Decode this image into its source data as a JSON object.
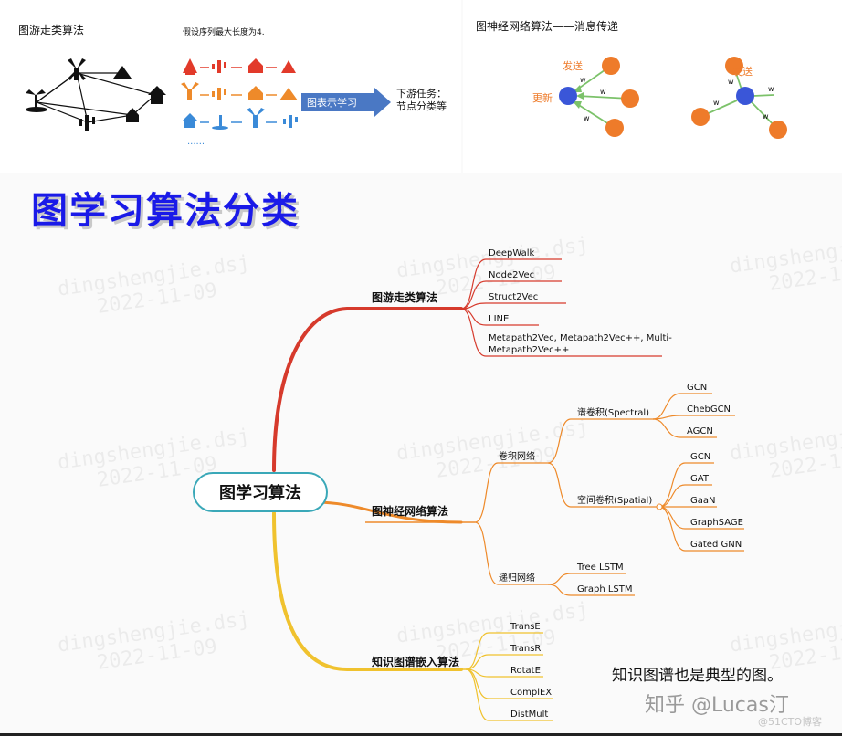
{
  "top_left": {
    "title": "图游走类算法",
    "note": "假设序列最大长度为4.",
    "arrow_label": "图表示学习",
    "task_line1": "下游任务：",
    "task_line2": "节点分类等",
    "dots": "......"
  },
  "top_right": {
    "title": "图神经网络算法——消息传递",
    "send1": "发送",
    "update": "更新",
    "send2": "发送",
    "w": "w"
  },
  "main_title": "图学习算法分类",
  "mindmap": {
    "root": "图学习算法",
    "walk": {
      "label": "图游走类算法",
      "children": [
        "DeepWalk",
        "Node2Vec",
        "Struct2Vec",
        "LINE",
        "Metapath2Vec, Metapath2Vec++, Multi-",
        "Metapath2Vec++"
      ]
    },
    "gnn": {
      "label": "图神经网络算法",
      "conv": "卷积网络",
      "spectral": "谱卷积(Spectral)",
      "spectral_children": [
        "GCN",
        "ChebGCN",
        "AGCN"
      ],
      "spatial": "空间卷积(Spatial)",
      "spatial_children": [
        "GCN",
        "GAT",
        "GaaN",
        "GraphSAGE",
        "Gated GNN"
      ],
      "recur": "递归网络",
      "recur_children": [
        "Tree LSTM",
        "Graph LSTM"
      ]
    },
    "kg": {
      "label": "知识图谱嵌入算法",
      "children": [
        "TransE",
        "TransR",
        "RotatE",
        "ComplEX",
        "DistMult"
      ]
    }
  },
  "watermark": {
    "line1": "dingshengjie.dsj",
    "line2": "2022-11-09"
  },
  "footer": {
    "note": "知识图谱也是典型的图。",
    "zhihu": "知乎 @Lucas汀",
    "cto": "@51CTO博客"
  },
  "colors": {
    "red": "#d63a2c",
    "orange": "#ee8a2a",
    "yellow": "#f0c22e",
    "blue": "#1a1ae8",
    "node_blue": "#3a56d8",
    "node_orange": "#ee7b2a",
    "green": "#7cc26a"
  }
}
